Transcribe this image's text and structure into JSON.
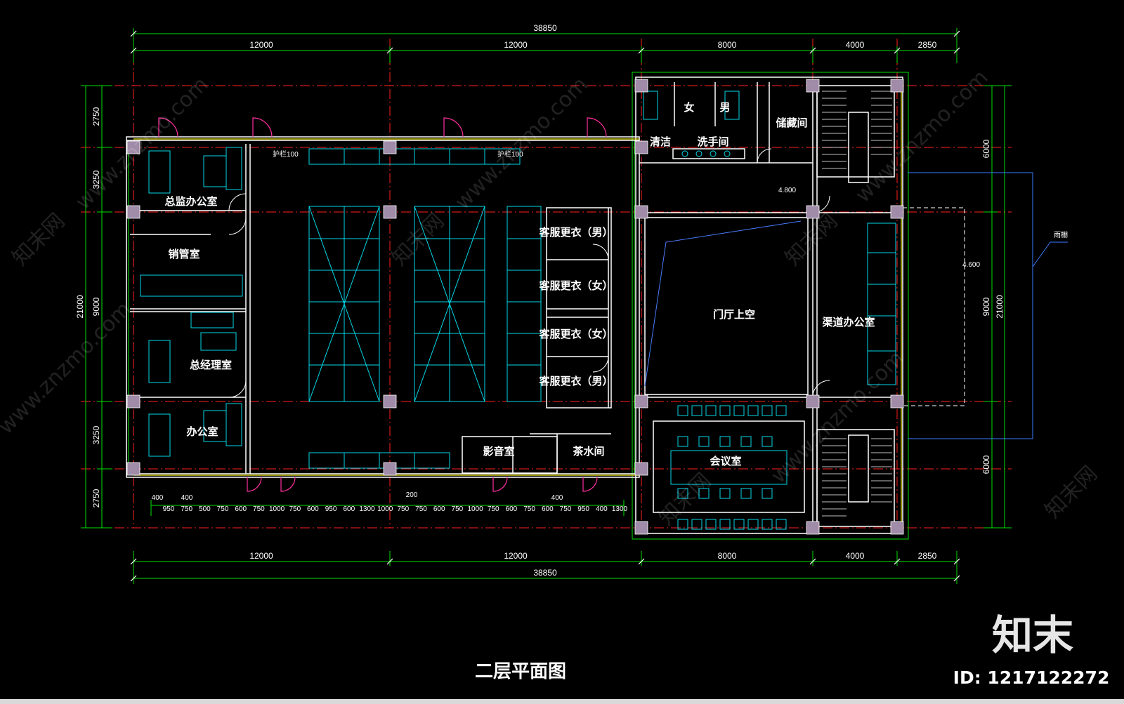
{
  "drawing": {
    "title": "二层平面图",
    "rooms": {
      "director_office": "总监办公室",
      "sales_mgmt": "销管室",
      "gm_office": "总经理室",
      "office": "办公室",
      "cs_changing_1": "客服更衣（男）",
      "cs_changing_2": "客服更衣（女）",
      "cs_changing_3": "客服更衣（女）",
      "cs_changing_4": "客服更衣（男）",
      "av_room": "影音室",
      "tea_room": "茶水间",
      "female_wc": "女",
      "male_wc": "男",
      "storage": "储藏间",
      "cleaning": "清洁",
      "washroom": "洗手间",
      "lobby_void": "门厅上空",
      "channel_office": "渠道办公室",
      "meeting_room": "会议室",
      "canopy": "雨棚"
    },
    "annotations": {
      "wall_note_1": "护栏100",
      "wall_note_2": "护栏100",
      "level_1": "4.800",
      "level_2": "4.600"
    },
    "dims_top": {
      "total": "38850",
      "segments": [
        "12000",
        "12000",
        "8000",
        "4000",
        "2850"
      ]
    },
    "dims_bottom": {
      "total": "38850",
      "segments": [
        "12000",
        "12000",
        "8000",
        "4000",
        "2850"
      ]
    },
    "dims_left": {
      "total": "21000",
      "segments": [
        "2750",
        "3250",
        "9000",
        "3250",
        "2750"
      ]
    },
    "dims_right": {
      "total": "21000",
      "segments": [
        "6000",
        "9000",
        "6000"
      ]
    },
    "dims_detail_top": [
      "400",
      "400",
      "200",
      "400"
    ],
    "dims_detail": [
      "950",
      "750",
      "500",
      "750",
      "600",
      "750",
      "1000",
      "750",
      "600",
      "950",
      "600",
      "1300",
      "1000",
      "750",
      "750",
      "600",
      "750",
      "1000",
      "750",
      "600",
      "750",
      "600",
      "750",
      "950",
      "400",
      "1300"
    ]
  },
  "watermark": {
    "brand": "知末",
    "id": "ID: 1217122272",
    "wm_cn": "知末网",
    "wm_url": "www.znzmo.com"
  },
  "colors": {
    "background": "#000000",
    "wall": "#ffffff",
    "axis": "#ff2020",
    "dimension": "#00e000",
    "furniture": "#00d8e8",
    "column": "#a08ca8",
    "door": "#ff2fa0",
    "glass": "#e8e000"
  }
}
